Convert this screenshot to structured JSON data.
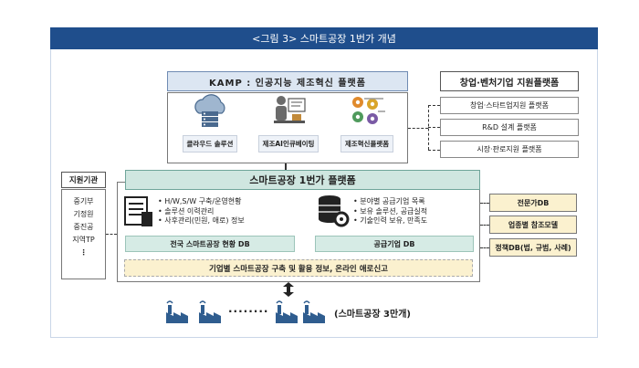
{
  "title": "<그림 3> 스마트공장 1번가 개념",
  "kamp": {
    "header": "KAMP : 인공지능 제조혁신 플랫폼",
    "items": [
      {
        "label": "클라우드 솔루션",
        "icon": "cloud-server-icon"
      },
      {
        "label": "제조AI인큐베이팅",
        "icon": "ai-incubating-icon"
      },
      {
        "label": "제조혁신플랫폼",
        "icon": "gears-icon"
      }
    ]
  },
  "startup": {
    "header": "창업·벤처기업 지원플랫폼",
    "items": [
      "창업·스타트업지원 플랫폼",
      "R&D 설계 플랫폼",
      "시장·판로지원 플랫폼"
    ]
  },
  "support_orgs": {
    "header": "지원기관",
    "items": [
      "중기부",
      "기정원",
      "중진공",
      "지역TP",
      "⋮"
    ]
  },
  "platform": {
    "header": "스마트공장 1번가 플랫폼",
    "left_bullets": [
      "• H/W,S/W 구축/운영현황",
      "• 솔루션 이력관리",
      "• 사후관리(민원, 애로) 정보"
    ],
    "left_db": "전국 스마트공장 현황 DB",
    "right_bullets": [
      "• 분야별 공급기업 목록",
      "• 보유 솔루션, 공급실적",
      "• 기술인력 보유, 만족도"
    ],
    "right_db": "공급기업 DB",
    "bottom_bar": "기업별 스마트공장 구축 및 활용 정보, 온라인 애로신고"
  },
  "right_dbs": [
    "전문가DB",
    "업종별 참조모델",
    "정책DB(법, 규범, 사례)"
  ],
  "factories": {
    "dots": "········",
    "label": "(스마트공장 3만개)"
  },
  "colors": {
    "title_bar": "#1f4e8c",
    "kamp_header": "#dce6f2",
    "platform_header": "#cfe6e0",
    "db_label": "#d6ebe5",
    "yellow": "#fbf1cf",
    "factory": "#2f5d8f"
  }
}
